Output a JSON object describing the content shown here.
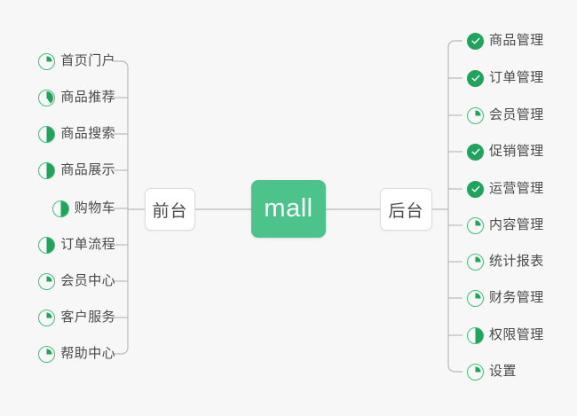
{
  "diagram": {
    "type": "mind-map",
    "title": "mall",
    "background_color": "#f7f7f7",
    "accent_color": "#4cc38a",
    "icon_done_color": "#22a35c",
    "icon_ring_color": "#3fbf78",
    "text_color": "#4a4a4a"
  },
  "root": {
    "label": "mall"
  },
  "branches": [
    {
      "id": "frontend",
      "label": "前台",
      "side": "left"
    },
    {
      "id": "backend",
      "label": "后台",
      "side": "right"
    }
  ],
  "left_items": [
    {
      "label": "首页门户",
      "icon": "pie-icon",
      "progress": 25
    },
    {
      "label": "商品推荐",
      "icon": "pie-icon",
      "progress": 40
    },
    {
      "label": "商品搜索",
      "icon": "pie-icon",
      "progress": 50
    },
    {
      "label": "商品展示",
      "icon": "pie-icon",
      "progress": 50
    },
    {
      "label": "购物车",
      "icon": "pie-icon",
      "progress": 50
    },
    {
      "label": "订单流程",
      "icon": "pie-icon",
      "progress": 50
    },
    {
      "label": "会员中心",
      "icon": "pie-icon",
      "progress": 25
    },
    {
      "label": "客户服务",
      "icon": "pie-icon",
      "progress": 25
    },
    {
      "label": "帮助中心",
      "icon": "pie-icon",
      "progress": 25
    }
  ],
  "right_items": [
    {
      "label": "商品管理",
      "icon": "check-circle-icon",
      "progress": 100
    },
    {
      "label": "订单管理",
      "icon": "check-circle-icon",
      "progress": 100
    },
    {
      "label": "会员管理",
      "icon": "pie-icon",
      "progress": 25
    },
    {
      "label": "促销管理",
      "icon": "check-circle-icon",
      "progress": 100
    },
    {
      "label": "运营管理",
      "icon": "check-circle-icon",
      "progress": 100
    },
    {
      "label": "内容管理",
      "icon": "pie-icon",
      "progress": 25
    },
    {
      "label": "统计报表",
      "icon": "pie-icon",
      "progress": 25
    },
    {
      "label": "财务管理",
      "icon": "pie-icon",
      "progress": 25
    },
    {
      "label": "权限管理",
      "icon": "pie-icon",
      "progress": 50
    },
    {
      "label": "设置",
      "icon": "pie-icon",
      "progress": 25
    }
  ]
}
